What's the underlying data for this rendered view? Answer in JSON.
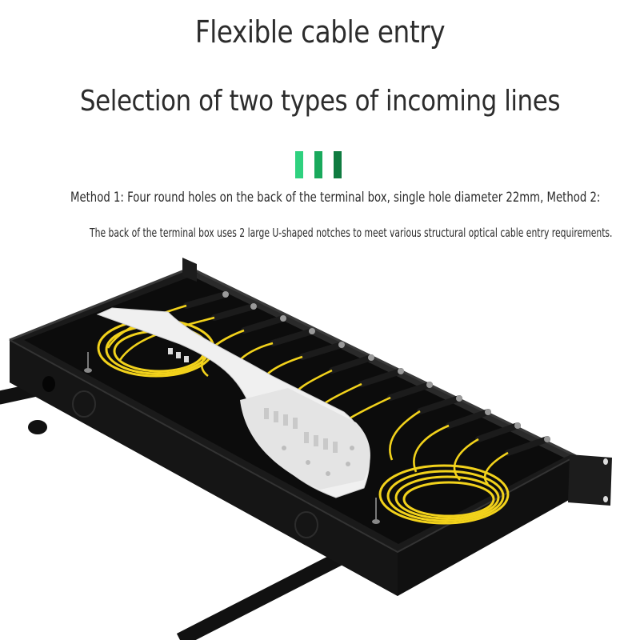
{
  "heading": {
    "title": "Flexible cable entry",
    "subtitle": "Selection of two types of incoming lines"
  },
  "divider": {
    "colors": [
      "#22cc7a",
      "#16a85a",
      "#0e7a3e"
    ],
    "icon": "three-green-bars"
  },
  "description": {
    "line1": "Method 1: Four round holes on the back of the terminal box, single hole diameter 22mm, Method 2:",
    "line2": "The back of the terminal box uses 2 large U-shaped notches to meet various structural optical cable entry requirements."
  },
  "product": {
    "name": "fiber-optic-terminal-box",
    "colors": {
      "box": "#141414",
      "fiber": "#f2d21b",
      "tray": "#f2f2f2"
    }
  }
}
